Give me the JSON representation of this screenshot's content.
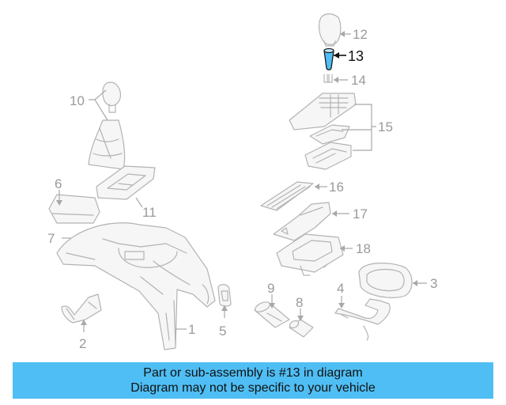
{
  "diagram": {
    "highlight_color": "#4fbef4",
    "callouts": {
      "c1": "1",
      "c2": "2",
      "c3": "3",
      "c4": "4",
      "c5": "5",
      "c6": "6",
      "c7": "7",
      "c8": "8",
      "c9": "9",
      "c10": "10",
      "c11": "11",
      "c12": "12",
      "c13": "13",
      "c14": "14",
      "c15": "15",
      "c16": "16",
      "c17": "17",
      "c18": "18"
    }
  },
  "banner": {
    "line1": "Part or sub-assembly is #13 in diagram",
    "line2": "Diagram may not be specific to your vehicle",
    "background": "#4fbef4"
  }
}
